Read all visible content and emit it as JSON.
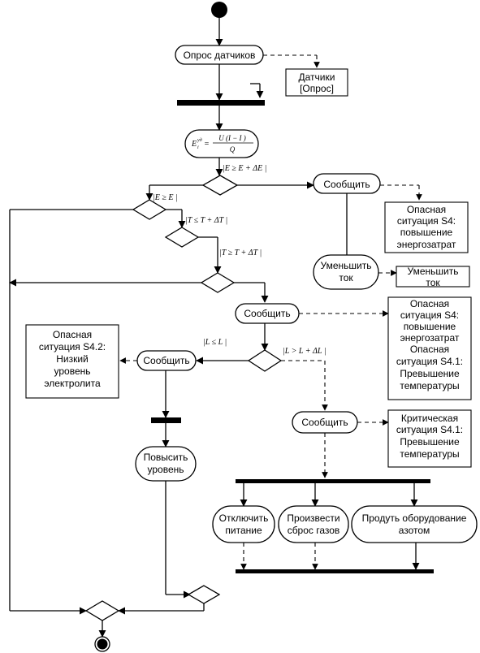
{
  "activities": {
    "poll_sensors": "Опрос датчиков",
    "report1": "Сообщить",
    "reduce_current": [
      "Уменьшить",
      "ток"
    ],
    "report2": "Сообщить",
    "report3": "Сообщить",
    "report4": "Сообщить",
    "raise_level": [
      "Повысить",
      "уровень"
    ],
    "power_off": [
      "Отключить",
      "питание"
    ],
    "gas_release": [
      "Произвести",
      "сброс газов"
    ],
    "nitrogen_purge": [
      "Продуть оборудование",
      "азотом"
    ]
  },
  "objects": {
    "sensors": [
      "Датчики",
      "[Опрос]"
    ],
    "s4_energy_a": [
      "Опасная",
      "ситуация S4:",
      "повышение",
      "энергозатрат"
    ],
    "reduce_current_obj": [
      "Уменьшить",
      "ток"
    ],
    "s4_and_s41": [
      "Опасная",
      "ситуация S4:",
      "повышение",
      "энергозатрат",
      "Опасная",
      "ситуация S4.1:",
      "Превышение",
      "температуры"
    ],
    "s42": [
      "Опасная",
      "ситуация S4.2:",
      "Низкий",
      "уровень",
      "электролита"
    ],
    "s41_critical": [
      "Критическая",
      "ситуация S4.1:",
      "Превышение",
      "температуры"
    ]
  },
  "formulas": {
    "energy": {
      "lhs": "E",
      "lhs_sup": "уд",
      "lhs_sub": "i",
      "num": "U (I − I )",
      "den": "Q"
    },
    "g1": "|E  ≥ E   + ΔE  |",
    "g2": "|E  ≥ E  |",
    "g3": "|T  ≤ T   + ΔT  |",
    "g4": "|T  ≥ T   + ΔT  |",
    "g5": "|L  ≤ L  |",
    "g6": "|L  > L   + ΔL  |"
  }
}
